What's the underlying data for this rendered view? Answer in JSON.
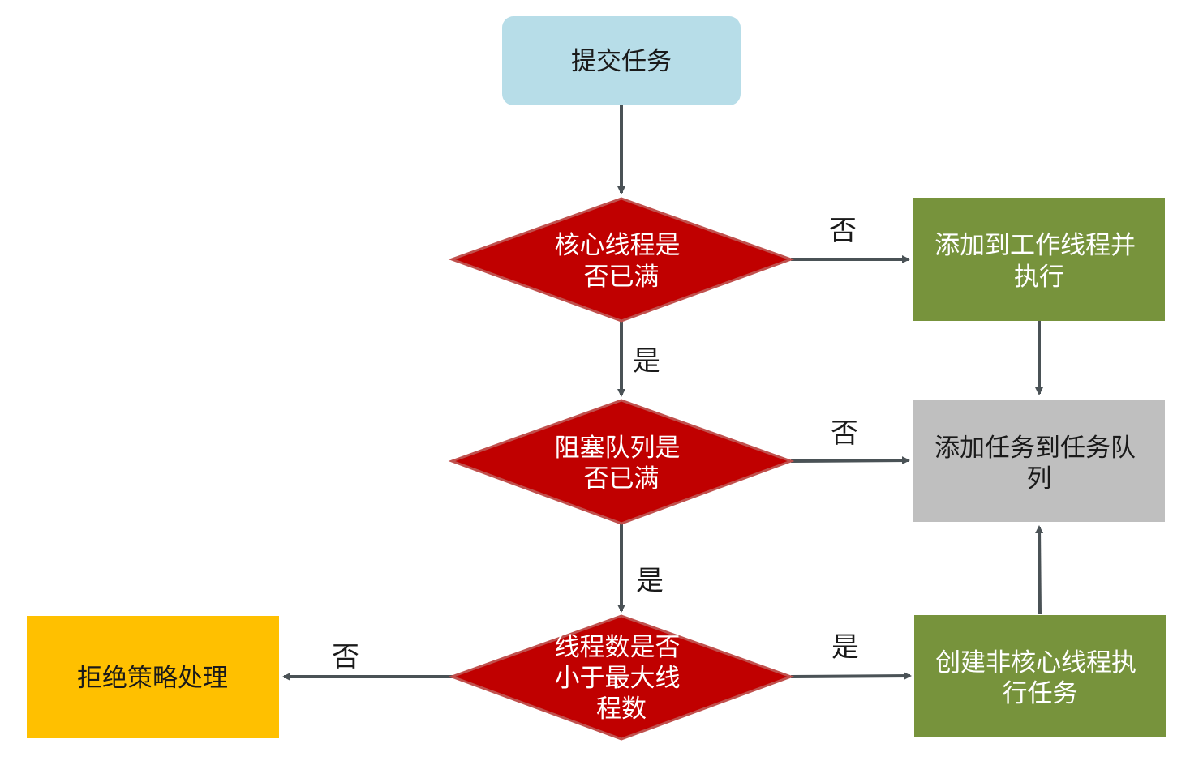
{
  "nodes": {
    "submit_task": {
      "text": "提交任务",
      "fill": "#b7dde8",
      "text_color": "#1a1a1a"
    },
    "core_full": {
      "lines": [
        "核心线程是",
        "否已满"
      ],
      "fill": "#c00000",
      "text_color": "#ffffff"
    },
    "queue_full": {
      "lines": [
        "阻塞队列是",
        "否已满"
      ],
      "fill": "#c00000",
      "text_color": "#ffffff"
    },
    "thread_less_max": {
      "lines": [
        "线程数是否",
        "小于最大线",
        "程数"
      ],
      "fill": "#c00000",
      "text_color": "#ffffff"
    },
    "add_worker": {
      "lines": [
        "添加到工作线程并",
        "执行"
      ],
      "fill": "#77933c",
      "text_color": "#ffffff"
    },
    "add_queue": {
      "lines": [
        "添加任务到任务队",
        "列"
      ],
      "fill": "#bfbfbf",
      "text_color": "#1a1a1a"
    },
    "create_noncore": {
      "lines": [
        "创建非核心线程执",
        "行任务"
      ],
      "fill": "#77933c",
      "text_color": "#ffffff"
    },
    "reject": {
      "text": "拒绝策略处理",
      "fill": "#ffc000",
      "text_color": "#1a1a1a"
    }
  },
  "edge_labels": {
    "core_no": "否",
    "core_yes": "是",
    "queue_no": "否",
    "queue_yes": "是",
    "max_no": "否",
    "max_yes": "是"
  },
  "colors": {
    "arrow": "#4a5256",
    "diamond_stroke": "#c0504d"
  }
}
